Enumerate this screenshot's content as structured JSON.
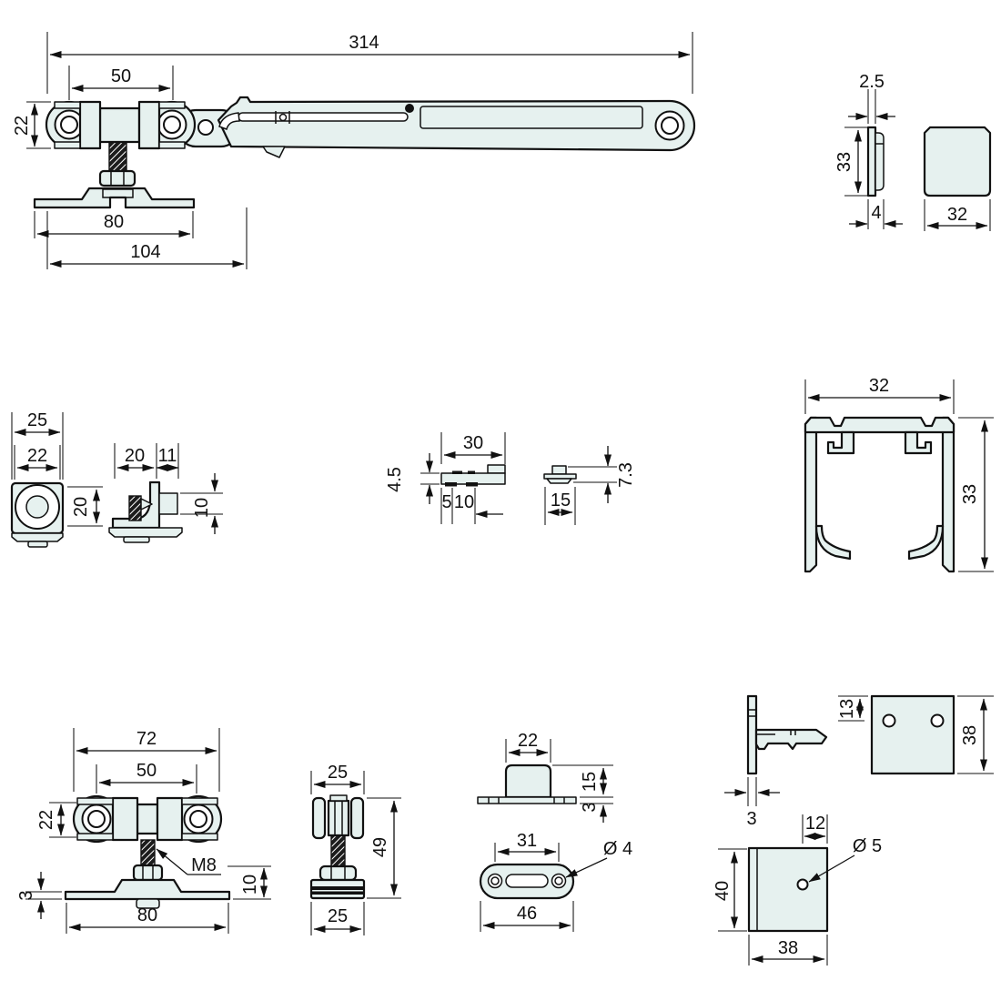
{
  "title": "sliding-door-hardware-dimension-sheet",
  "colors": {
    "background": "#ffffff",
    "part_fill": "#e6f1ef",
    "line": "#111111"
  },
  "parts": {
    "carriage": {
      "length": "314",
      "roller_spacing": "50",
      "roller_height": "22",
      "bracket_width": "80",
      "overall_width": "104"
    },
    "end_cap": {
      "lip_thickness": "2.5",
      "height": "33",
      "depth": "4",
      "width": "32"
    },
    "door_guide": {
      "width": "25",
      "roller_width": "22",
      "height": "20",
      "bracket_depth": "20",
      "tab_depth": "11",
      "tab_height": "10"
    },
    "track_clip": {
      "length": "30",
      "plate_height": "4.5",
      "offset_a": "5",
      "offset_b": "10",
      "width": "15",
      "height": "7.3"
    },
    "track_profile": {
      "width": "32",
      "height": "33"
    },
    "trolley_front": {
      "width": "72",
      "roller_spacing": "50",
      "roller_height": "22",
      "thread_label": "M8",
      "plate_thickness": "3",
      "nut_offset": "10",
      "plate_width": "80"
    },
    "trolley_side": {
      "roller_width": "25",
      "height": "49",
      "base_width": "25"
    },
    "floor_guide": {
      "block_width": "22",
      "block_height": "15",
      "plate_thickness": "3",
      "hole_spacing": "31",
      "hole_diameter": "Ø 4",
      "length": "46"
    },
    "wall_bracket": {
      "hole_offset": "13",
      "face_height": "38",
      "thickness": "3",
      "hole_edge_offset": "12",
      "hole_diameter": "Ø 5",
      "height": "40",
      "width": "38"
    }
  }
}
